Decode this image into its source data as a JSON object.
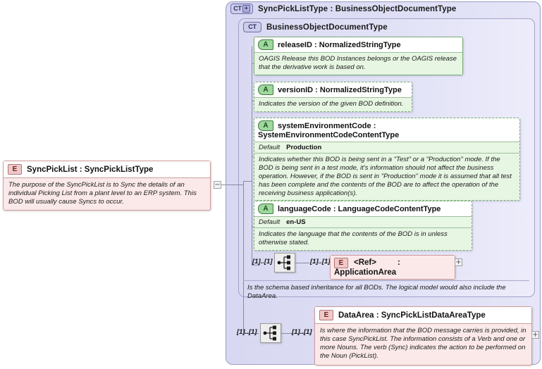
{
  "diagram": {
    "type": "xsd-schema-diagram",
    "root_element": {
      "badge": "E",
      "badge_name": "element-badge",
      "title": "SyncPickList : SyncPickListType",
      "description": "The purpose of the SyncPickList is to Sync the details of an individual Picking List from a plant level to an ERP system. This BOD will usually cause Syncs to occur.",
      "collapse_toggle": "−"
    },
    "complex_type": {
      "badge": "CT",
      "badge_expander": "+",
      "title": "SyncPickListType : BusinessObjectDocumentType"
    },
    "base_type": {
      "badge": "CT",
      "title": "BusinessObjectDocumentType"
    },
    "attributes": [
      {
        "badge": "A",
        "name": "releaseID : NormalizedStringType",
        "border": "solid",
        "default_label": null,
        "default_value": null,
        "description": "OAGIS Release this BOD Instances belongs or the OAGIS release that the derivative work is based on."
      },
      {
        "badge": "A",
        "name": "versionID : NormalizedStringType",
        "border": "dashed",
        "default_label": null,
        "default_value": null,
        "description": "Indicates the version of the given BOD definition."
      },
      {
        "badge": "A",
        "name": "systemEnvironmentCode : SystemEnvironmentCodeContentType",
        "border": "dashed",
        "default_label": "Default",
        "default_value": "Production",
        "description": "Indicates whether this BOD is being sent in a \"Test\" or a \"Production\" mode. If the BOD is being sent in a test mode, it's information should not affect the business operation. However, if the BOD is sent in \"Production\" mode it is assumed that all test has been complete and the contents of the BOD are to affect the operation of the receiving business application(s)."
      },
      {
        "badge": "A",
        "name": "languageCode : LanguageCodeContentType",
        "border": "dashed",
        "default_label": "Default",
        "default_value": "en-US",
        "description": "Indicates the language that the contents of the BOD is in unless otherwise stated."
      }
    ],
    "application_area": {
      "badge": "E",
      "ref_label": "<Ref>",
      "type_label": ": ApplicationArea",
      "cardinality_left": "[1]..[1]",
      "cardinality_right": "[1]..[1]",
      "expander": "+",
      "compositor": "sequence-icon"
    },
    "schema_note": "Is the schema based inheritance for all BODs. The logical model would also include the DataArea.",
    "data_area": {
      "badge": "E",
      "title": "DataArea : SyncPickListDataAreaType",
      "description": "Is where the information that the BOD message carries is provided, in this case SyncPickList. The information consists of a Verb and one or more Nouns. The verb (Sync) indicates the action to be performed on the Noun (PickList).",
      "cardinality_left": "[1]..[1]",
      "cardinality_right": "[1]..[1]",
      "expander": "+",
      "compositor": "sequence-icon"
    },
    "colors": {
      "container_fill": "#dcdcf4",
      "attribute_fill": "#e4f5e0",
      "element_fill": "#fbe9e9",
      "connector": "#8a8aa8"
    }
  }
}
